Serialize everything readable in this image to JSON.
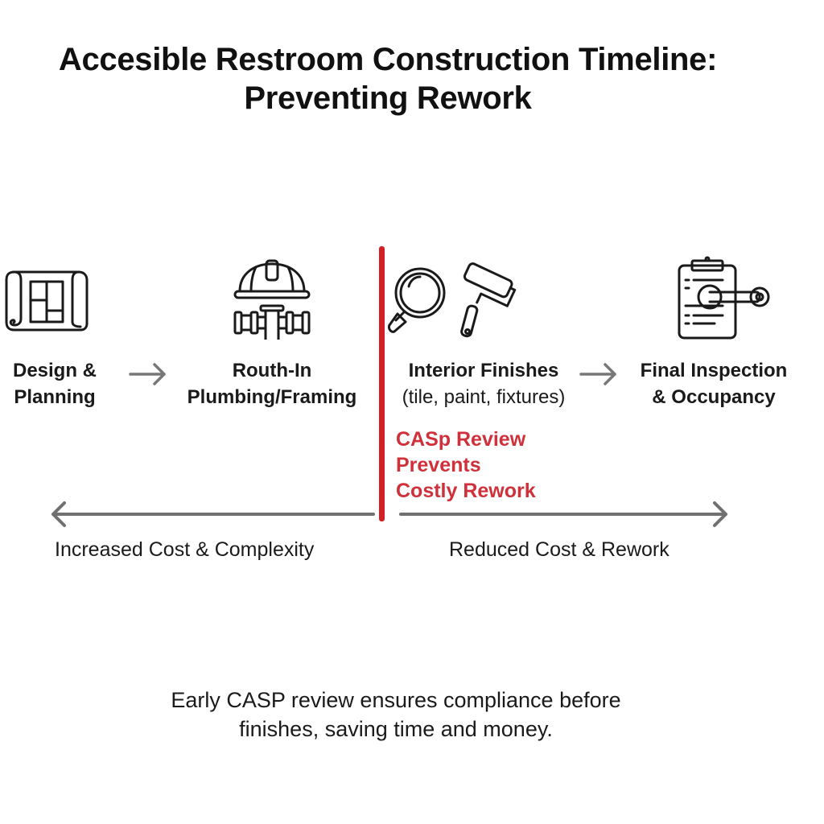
{
  "title": {
    "line1": "Accesible Restroom Construction Timeline:",
    "line2": "Preventing Rework"
  },
  "stages": [
    {
      "icon": "blueprint-icon",
      "line1": "Design &",
      "line2": "Planning"
    },
    {
      "icon": "hardhat-pipes-icon",
      "line1": "Routh-In",
      "line2": "Plumbing/Framing"
    },
    {
      "icon": "magnifier-paint-roller-icon",
      "line1": "Interior Finishes",
      "line2": "(tile, paint, fixtures)"
    },
    {
      "icon": "clipboard-key-icon",
      "line1": "Final Inspection",
      "line2": "& Occupancy"
    }
  ],
  "callout": {
    "lines": [
      "CASp Review",
      "Prevents",
      "Costly Rework"
    ],
    "color": "#d0303a"
  },
  "divider_color": "#d32027",
  "axis": {
    "left_label": "Increased Cost & Complexity",
    "right_label": "Reduced Cost & Rework",
    "arrow_color": "#707070"
  },
  "footer": {
    "line1": "Early CASP review ensures compliance before",
    "line2": "finishes, saving time and money."
  }
}
